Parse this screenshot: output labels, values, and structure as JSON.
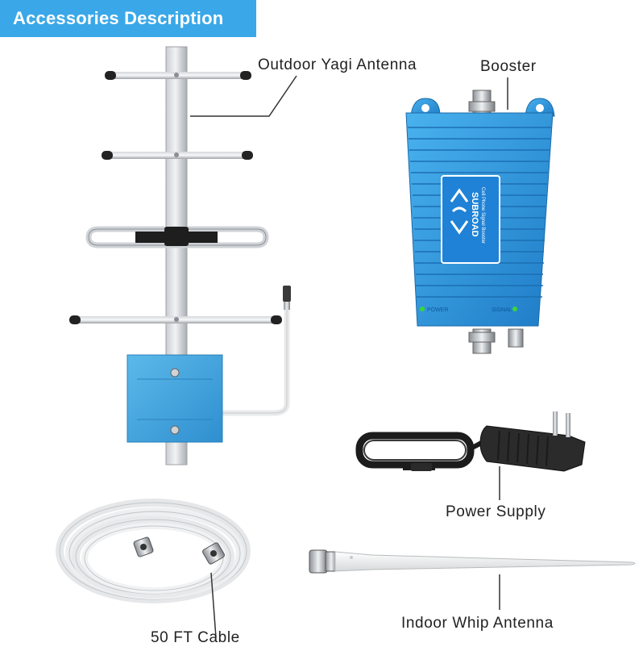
{
  "banner": {
    "title": "Accessories Description"
  },
  "labels": {
    "yagi": "Outdoor Yagi Antenna",
    "booster": "Booster",
    "power": "Power Supply",
    "cable": "50 FT Cable",
    "whip": "Indoor Whip Antenna"
  },
  "booster_device": {
    "brand": "SUBROAD",
    "subtitle": "Cell Phone Signal Booster",
    "power_led_label": "POWER",
    "signal_led_label": "SIGNAL"
  },
  "colors": {
    "banner": "#3aa8e8",
    "booster_body": "#2f8fd6",
    "led": "#3ad63a"
  }
}
